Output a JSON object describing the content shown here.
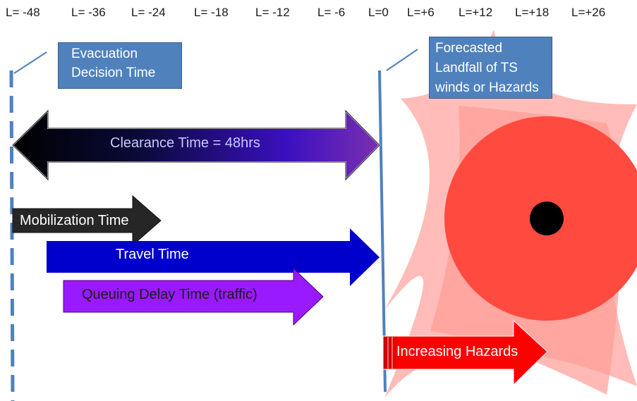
{
  "timeline": [
    "L= -48",
    "L= -36",
    "L= -24",
    "L= -18",
    "L= -12",
    "L= -6",
    "L=0",
    "L=+6",
    "L=+12",
    "L=+18",
    "L=+26"
  ],
  "callouts": {
    "evacuation": {
      "line1": "Evacuation",
      "line2": "Decision Time"
    },
    "landfall": {
      "line1": "Forecasted",
      "line2": "Landfall of TS",
      "line3": "winds or Hazards"
    }
  },
  "arrows": {
    "clearance": "Clearance Time = 48hrs",
    "mobilization": "Mobilization Time",
    "travel": "Travel Time",
    "queuing": "Queuing Delay Time (traffic)",
    "hazards": "Increasing Hazards"
  },
  "colors": {
    "callout_fill": "#4f81bd",
    "dashed_line": "#4f81bd",
    "landfall_line": "#4f81bd",
    "clearance_gradient_start": "#000000",
    "clearance_gradient_end": "#7a2fb0",
    "mobilization": "#262626",
    "travel": "#0000cc",
    "queuing": "#9a1aff",
    "hazards": "#ff0000",
    "storm_bands": "#ffb0ac",
    "storm_core": "#ff4a40",
    "storm_eye": "#000000"
  }
}
